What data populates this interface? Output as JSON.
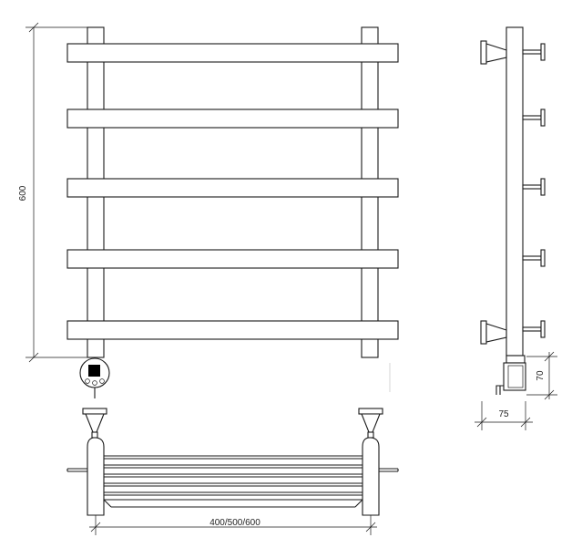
{
  "dimensions": {
    "height_label": "600",
    "width_label": "400/500/600",
    "depth_label": "75",
    "offset_label": "70"
  },
  "colors": {
    "line": "#1a1a1a",
    "background": "#ffffff",
    "controller_button": "#000000"
  }
}
